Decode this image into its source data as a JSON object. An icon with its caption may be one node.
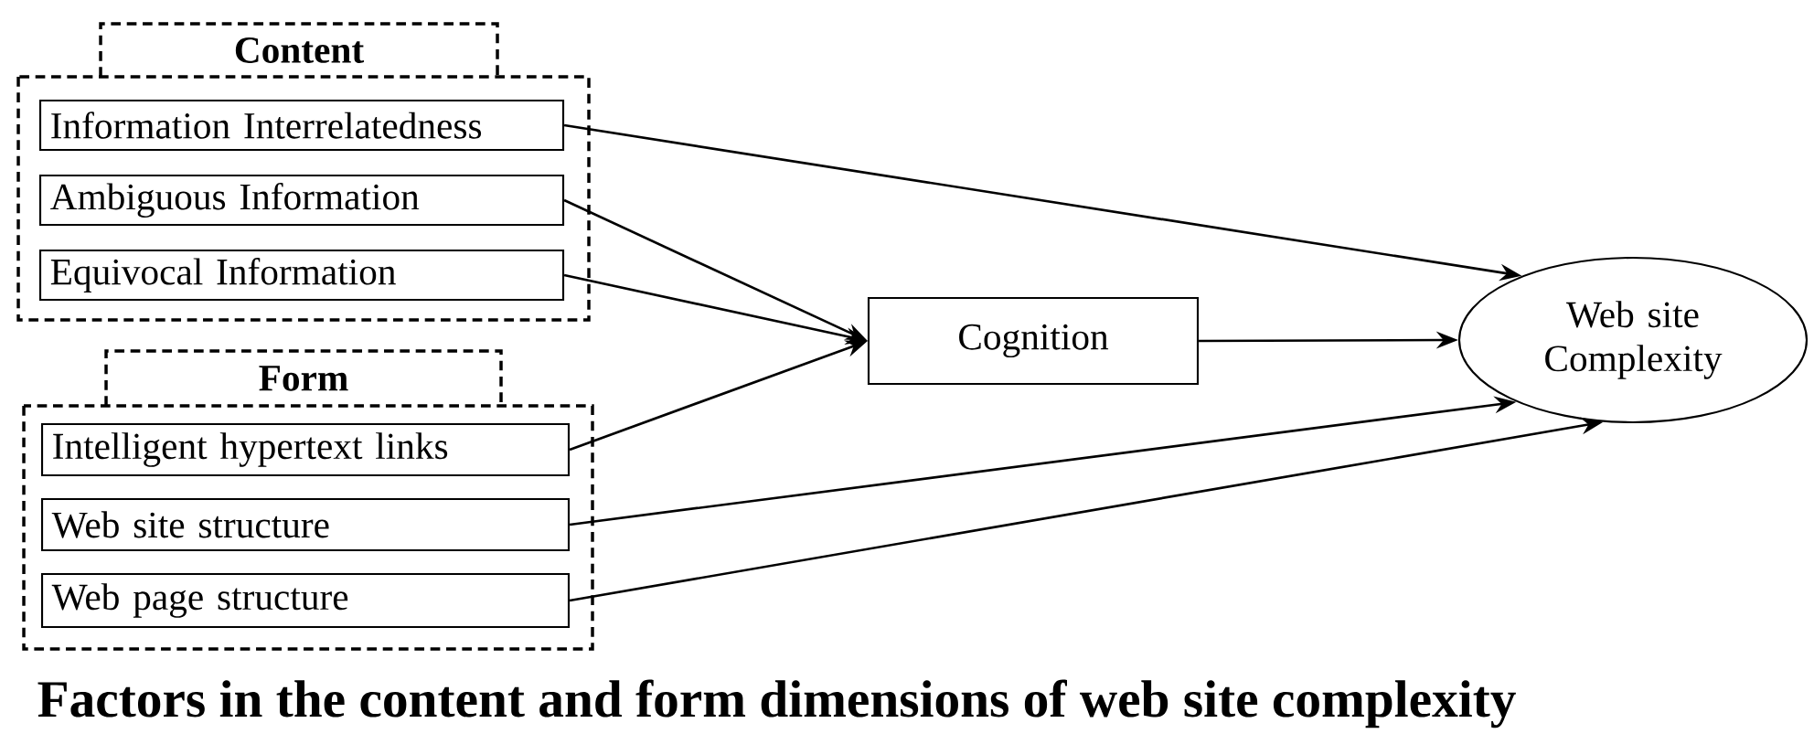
{
  "diagram": {
    "caption": "Factors in the content and form dimensions of web site complexity",
    "nodes": [
      {
        "text": [
          "Content"
        ]
      },
      {
        "text": [
          "Information Interrelatedness"
        ],
        "in": 0
      },
      {
        "text": [
          "Ambiguous Information"
        ],
        "in": 0
      },
      {
        "text": [
          "Equivocal Information"
        ],
        "in": 0
      },
      {
        "text": [
          "Form"
        ]
      },
      {
        "text": [
          "Intelligent hypertext links"
        ],
        "in": 4
      },
      {
        "text": [
          "Web site structure"
        ],
        "in": 4
      },
      {
        "text": [
          "Web page structure"
        ],
        "in": 4
      },
      {
        "text": [
          "Cognition"
        ]
      },
      {
        "text": [
          "Web site Complexity"
        ]
      }
    ],
    "edges": [
      {
        "from": 1,
        "to": 9,
        "arrow": "to"
      },
      {
        "from": 2,
        "to": 8,
        "arrow": "to"
      },
      {
        "from": 3,
        "to": 8,
        "arrow": "to"
      },
      {
        "from": 5,
        "to": 8,
        "arrow": "to"
      },
      {
        "from": 8,
        "to": 9,
        "arrow": "to"
      },
      {
        "from": 6,
        "to": 9,
        "arrow": "to"
      },
      {
        "from": 7,
        "to": 9,
        "arrow": "to"
      }
    ]
  }
}
